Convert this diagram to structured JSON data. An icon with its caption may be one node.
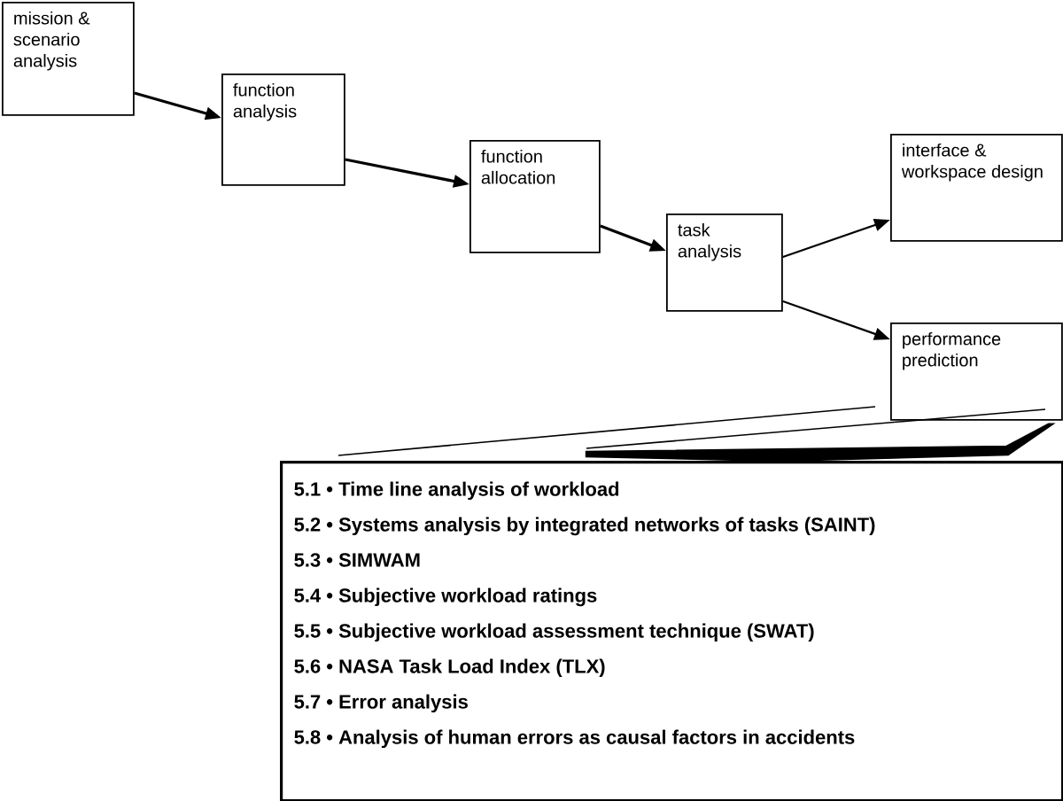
{
  "diagram": {
    "nodes": [
      {
        "text": [
          "mission & scenario analysis"
        ]
      },
      {
        "text": [
          "function analysis"
        ]
      },
      {
        "text": [
          "function allocation"
        ]
      },
      {
        "text": [
          "task analysis"
        ]
      },
      {
        "text": [
          "interface & workspace design"
        ]
      },
      {
        "text": [
          "performance prediction"
        ]
      },
      {
        "text": [
          "5.1 • Time line analysis of workload",
          "5.2 • Systems analysis by integrated networks of tasks (SAINT)",
          "5.3 • SIMWAM",
          "5.4 • Subjective workload ratings",
          "5.5 • Subjective workload assessment technique (SWAT)",
          "5.6 • NASA Task Load Index (TLX)",
          "5.7 • Error analysis",
          "5.8 • Analysis of human errors as causal factors in accidents"
        ]
      }
    ],
    "edges": [
      {
        "from": 0,
        "to": 1,
        "arrow": "to"
      },
      {
        "from": 1,
        "to": 2,
        "arrow": "to"
      },
      {
        "from": 2,
        "to": 3,
        "arrow": "to"
      },
      {
        "from": 3,
        "to": 4,
        "arrow": "to"
      },
      {
        "from": 3,
        "to": 5,
        "arrow": "to"
      },
      {
        "from": 5,
        "to": 6,
        "arrow": "to",
        "style": "thick"
      }
    ]
  }
}
